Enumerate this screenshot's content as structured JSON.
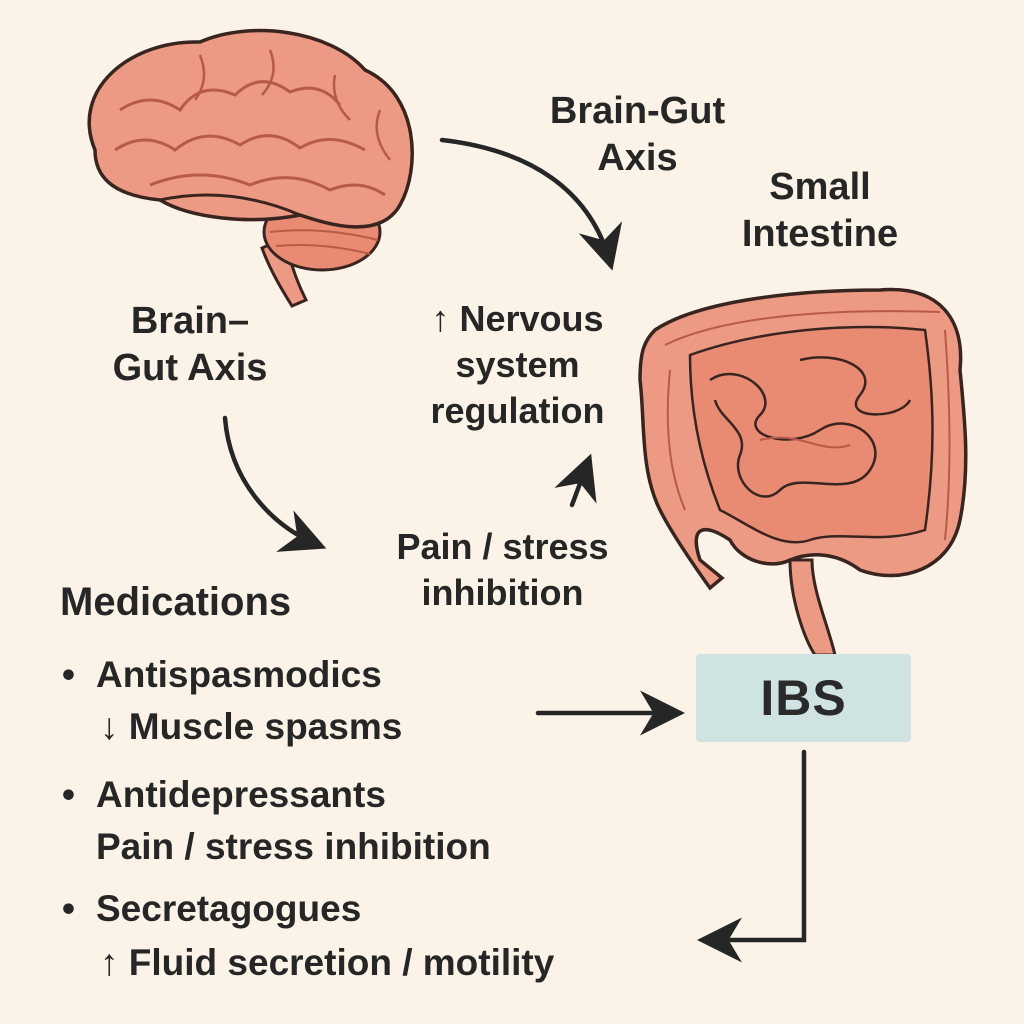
{
  "labels": {
    "axis_top": [
      "Brain-Gut",
      "Axis"
    ],
    "small_intestine": [
      "Small",
      "Intestine"
    ],
    "axis_left": [
      "Brain–",
      "Gut Axis"
    ],
    "nervous": [
      "Nervous",
      "system",
      "regulation"
    ],
    "nervous_arrow": "↑",
    "pain_mid": [
      "Pain / stress",
      "inhibition"
    ],
    "ibs": "IBS"
  },
  "medications": {
    "title": "Medications",
    "bullet": "•",
    "items": [
      {
        "name": "Antispasmodics",
        "effect_arrow": "↓",
        "effect": "Muscle spasms"
      },
      {
        "name": "Antidepressants",
        "effect_arrow": "",
        "effect": "Pain / stress inhibition"
      },
      {
        "name": "Secretagogues",
        "effect_arrow": "↑",
        "effect": "Fluid secretion / motility"
      }
    ]
  },
  "colors": {
    "background": "#fbf3e8",
    "organ_fill": "#ec9a84",
    "organ_dark": "#d9725d",
    "outline": "#3a2420",
    "ibs_box": "#cfe3e3",
    "text": "#262626"
  }
}
